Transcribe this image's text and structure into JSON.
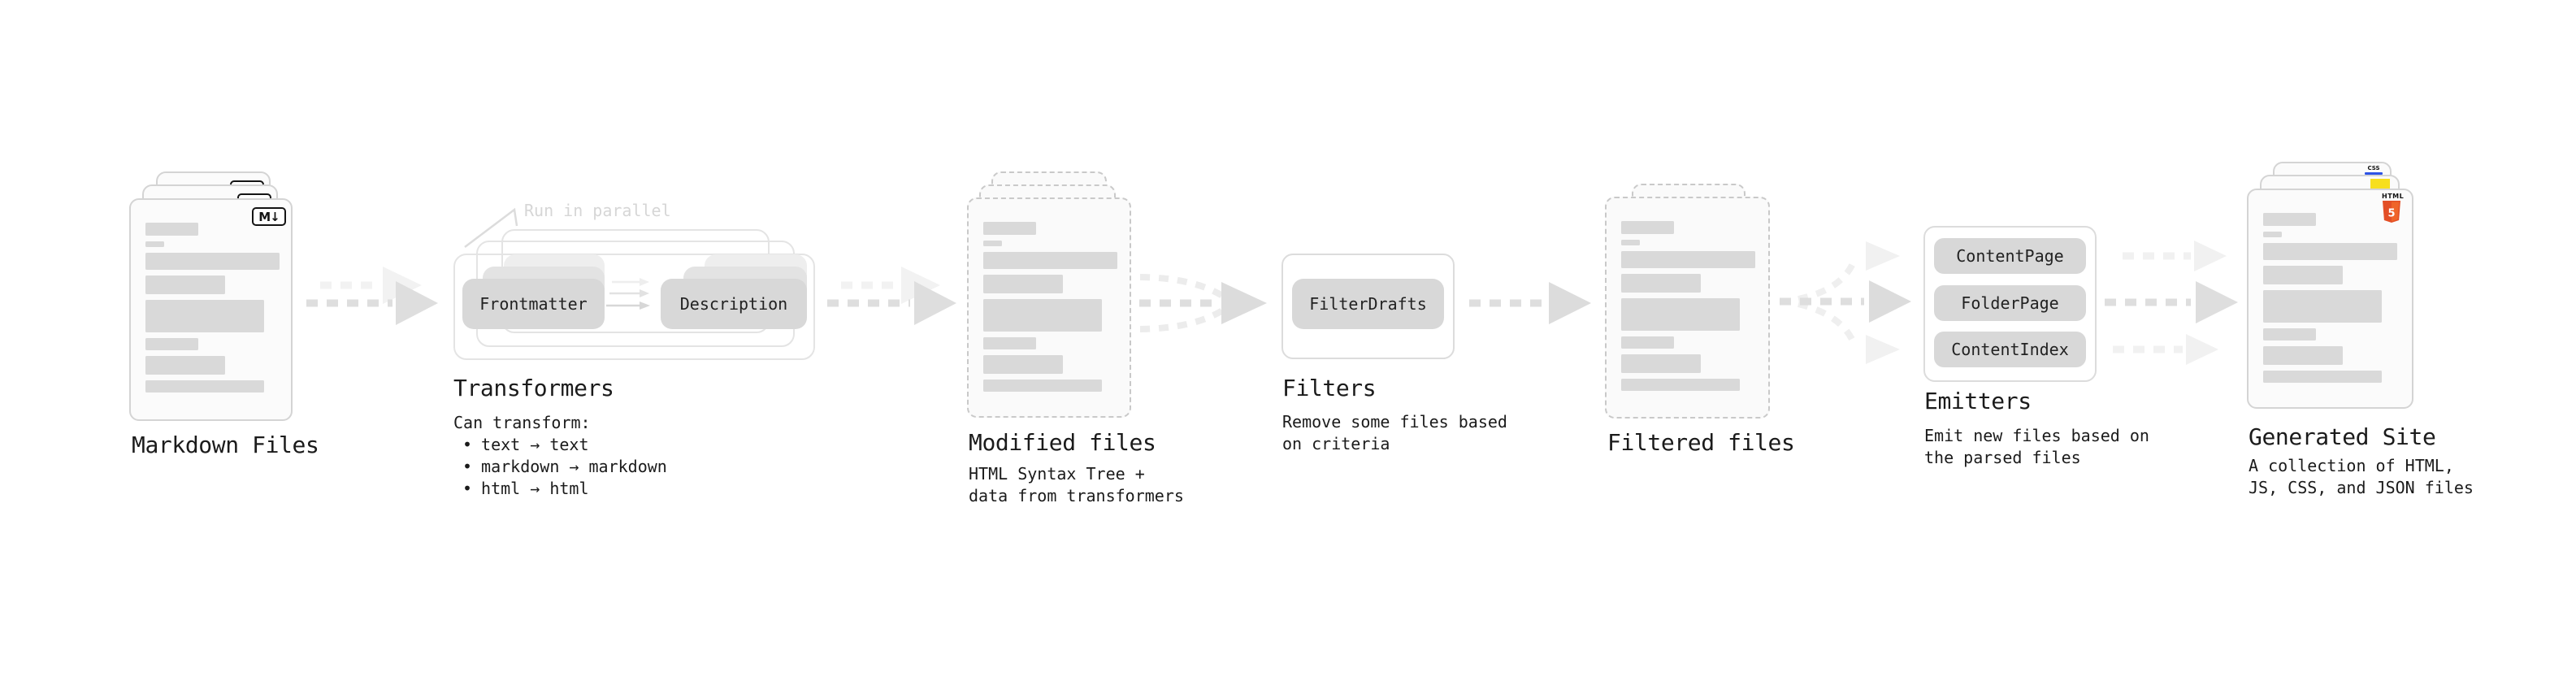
{
  "colors": {
    "text": "#1b1b1b",
    "note_muted": "#d6d6d6",
    "placeholder_bar": "#d9d9d9",
    "pill_background": "#d8d8d8",
    "arrow_dark": "#dedede",
    "arrow_light": "#f1f1f1",
    "html5_orange": "#e34f26",
    "html5_orange_light": "#ef652a",
    "js_yellow": "#f7df1e",
    "css_blue": "#2d53e5"
  },
  "stages": {
    "markdown_files": {
      "title": "Markdown Files",
      "badge": "M↓"
    },
    "transformers": {
      "title": "Transformers",
      "parallel_note": "Run in parallel",
      "pill_left": "Frontmatter",
      "pill_right": "Description",
      "desc_heading": "Can transform:",
      "bullet_glyph": "•",
      "bullets": [
        "text → text",
        "markdown → markdown",
        "html → html"
      ]
    },
    "modified_files": {
      "title": "Modified files",
      "desc_line1": "HTML Syntax Tree +",
      "desc_line2": "data from transformers"
    },
    "filters": {
      "title": "Filters",
      "pill": "FilterDrafts",
      "desc_line1": "Remove some files based",
      "desc_line2": "on criteria"
    },
    "filtered_files": {
      "title": "Filtered files"
    },
    "emitters": {
      "title": "Emitters",
      "pills": [
        "ContentPage",
        "FolderPage",
        "ContentIndex"
      ],
      "desc_line1": "Emit new files based on",
      "desc_line2": "the parsed files"
    },
    "generated_site": {
      "title": "Generated Site",
      "css_badge": "CSS",
      "html_badge": "HTML",
      "html_badge_number": "5",
      "desc_line1": "A collection of HTML,",
      "desc_line2": "JS, CSS, and JSON files"
    }
  }
}
